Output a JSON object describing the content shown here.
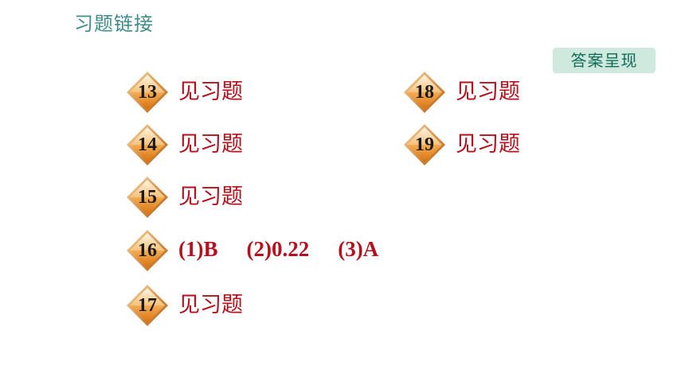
{
  "header": {
    "title": "习题链接"
  },
  "answer_button": {
    "label": "答案呈现"
  },
  "items": [
    {
      "number": "13",
      "text": "见习题"
    },
    {
      "number": "14",
      "text": "见习题"
    },
    {
      "number": "15",
      "text": "见习题"
    },
    {
      "number": "16",
      "answers": [
        "(1)B",
        "(2)0.22",
        "(3)A"
      ]
    },
    {
      "number": "17",
      "text": "见习题"
    },
    {
      "number": "18",
      "text": "见习题"
    },
    {
      "number": "19",
      "text": "见习题"
    }
  ],
  "colors": {
    "title": "#3f8c8a",
    "answer_text": "#b5101c",
    "button_bg": "#cfe9df",
    "badge_top": "#fde1b8",
    "badge_bottom": "#e07f14"
  }
}
